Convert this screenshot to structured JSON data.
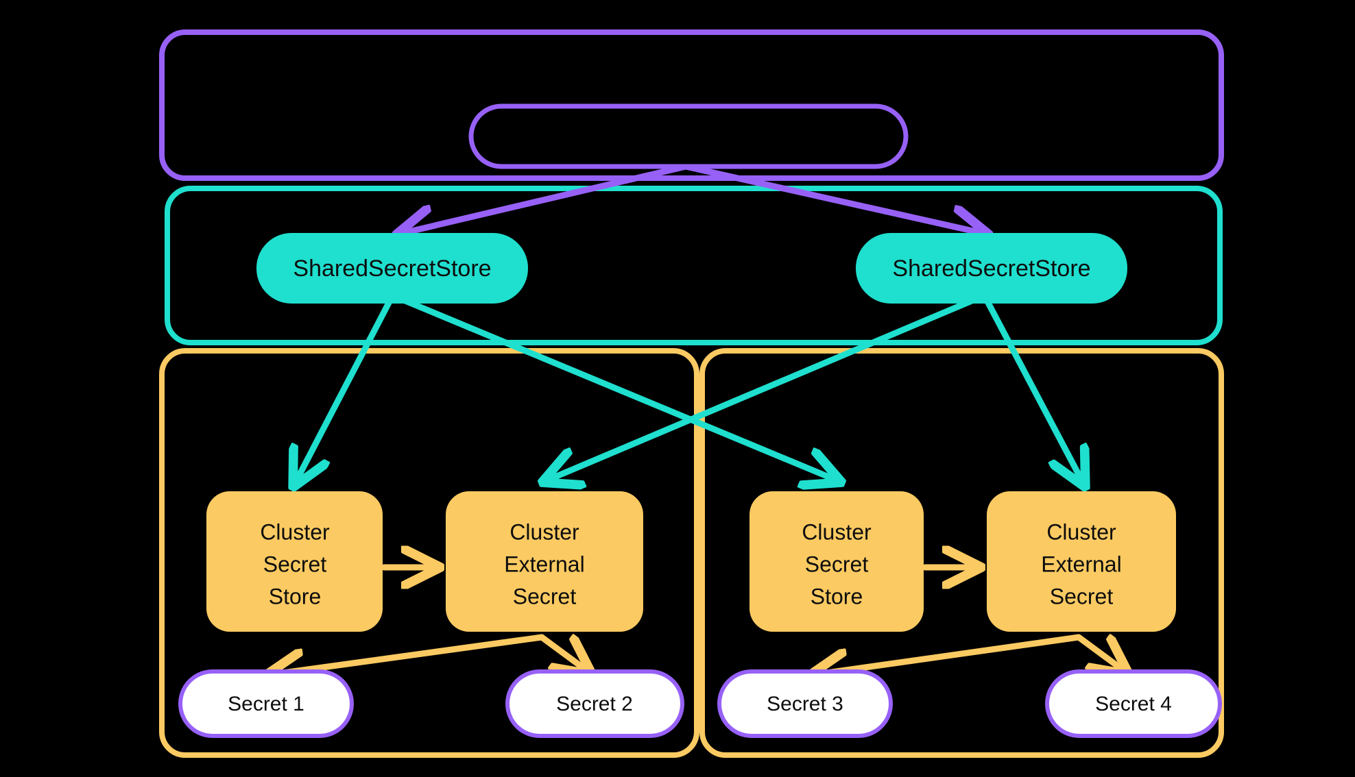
{
  "diagram": {
    "title": "External Secrets Operator shared secret store architecture",
    "type": "architecture-diagram",
    "background_color": "#000000",
    "colors": {
      "purple": "#9761F7",
      "cyan": "#1FDFCE",
      "orange": "#FBCA62",
      "white": "#FFFFFF",
      "text": "#0D0D0D"
    }
  },
  "containers": {
    "operator": {
      "name": "operator-container",
      "label": "",
      "border_color": "#9761F7"
    },
    "shared_scope": {
      "name": "shared-scope-container",
      "label": "",
      "border_color": "#1FDFCE"
    },
    "cluster_left": {
      "name": "cluster-left-container",
      "label": "",
      "border_color": "#FBCA62"
    },
    "cluster_right": {
      "name": "cluster-right-container",
      "label": "",
      "border_color": "#FBCA62"
    }
  },
  "nodes": {
    "operator_inner": {
      "label": "",
      "fill": "none",
      "stroke": "#9761F7"
    },
    "shared_store_left": {
      "label": "SharedSecretStore",
      "fill": "#1FDFCE"
    },
    "shared_store_right": {
      "label": "SharedSecretStore",
      "fill": "#1FDFCE"
    },
    "cluster_secret_store_left": {
      "lines": [
        "Cluster",
        "Secret",
        "Store"
      ],
      "fill": "#FBCA62"
    },
    "cluster_external_secret_left": {
      "lines": [
        "Cluster",
        "External",
        "Secret"
      ],
      "fill": "#FBCA62"
    },
    "cluster_secret_store_right": {
      "lines": [
        "Cluster",
        "Secret",
        "Store"
      ],
      "fill": "#FBCA62"
    },
    "cluster_external_secret_right": {
      "lines": [
        "Cluster",
        "External",
        "Secret"
      ],
      "fill": "#FBCA62"
    },
    "secret_1": {
      "label": "Secret 1",
      "fill": "#FFFFFF",
      "stroke": "#9761F7"
    },
    "secret_2": {
      "label": "Secret 2",
      "fill": "#FFFFFF",
      "stroke": "#9761F7"
    },
    "secret_3": {
      "label": "Secret 3",
      "fill": "#FFFFFF",
      "stroke": "#9761F7"
    },
    "secret_4": {
      "label": "Secret 4",
      "fill": "#FFFFFF",
      "stroke": "#9761F7"
    }
  },
  "node_text": {
    "shared_store_left": "SharedSecretStore",
    "shared_store_right": "SharedSecretStore",
    "css_l1": "Cluster",
    "css_l2": "Secret",
    "css_l3": "Store",
    "ces_l1": "Cluster",
    "ces_l2": "External",
    "ces_l3": "Secret",
    "secret_1": "Secret 1",
    "secret_2": "Secret 2",
    "secret_3": "Secret 3",
    "secret_4": "Secret 4"
  },
  "edges": [
    {
      "from": "operator_inner",
      "to": "shared_store_left",
      "color": "#9761F7"
    },
    {
      "from": "operator_inner",
      "to": "shared_store_right",
      "color": "#9761F7"
    },
    {
      "from": "shared_store_left",
      "to": "cluster_secret_store_left",
      "color": "#1FDFCE"
    },
    {
      "from": "shared_store_left",
      "to": "cluster_secret_store_right",
      "color": "#1FDFCE"
    },
    {
      "from": "shared_store_right",
      "to": "cluster_external_secret_left",
      "color": "#1FDFCE"
    },
    {
      "from": "shared_store_right",
      "to": "cluster_external_secret_right",
      "color": "#1FDFCE"
    },
    {
      "from": "cluster_secret_store_left",
      "to": "cluster_external_secret_left",
      "color": "#FBCA62"
    },
    {
      "from": "cluster_secret_store_right",
      "to": "cluster_external_secret_right",
      "color": "#FBCA62"
    },
    {
      "from": "cluster_external_secret_left",
      "to": "secret_1",
      "color": "#FBCA62"
    },
    {
      "from": "cluster_external_secret_left",
      "to": "secret_2",
      "color": "#FBCA62"
    },
    {
      "from": "cluster_external_secret_right",
      "to": "secret_3",
      "color": "#FBCA62"
    },
    {
      "from": "cluster_external_secret_right",
      "to": "secret_4",
      "color": "#FBCA62"
    }
  ]
}
